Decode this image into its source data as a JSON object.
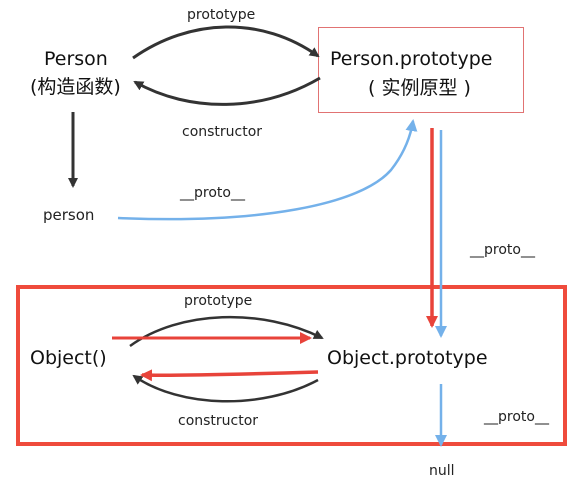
{
  "colors": {
    "dark_arrow": "#333333",
    "blue_arrow": "#74b1ea",
    "red_arrow": "#e8433a",
    "proto_box_border": "#e17373",
    "object_box_border": "#ef4b3c"
  },
  "nodes": {
    "person_ctor_name": "Person",
    "person_ctor_desc": "(构造函数)",
    "person_proto_name": "Person.prototype",
    "person_proto_desc": "( 实例原型 )",
    "person_instance": "person",
    "object_ctor": "Object()",
    "object_proto": "Object.prototype",
    "null_value": "null"
  },
  "edges": {
    "top_prototype": "prototype",
    "top_constructor": "constructor",
    "person_proto_link": "__proto__",
    "person_prototype_proto_link": "__proto__",
    "bottom_prototype": "prototype",
    "bottom_constructor": "constructor",
    "object_prototype_proto_link": "__proto__"
  }
}
